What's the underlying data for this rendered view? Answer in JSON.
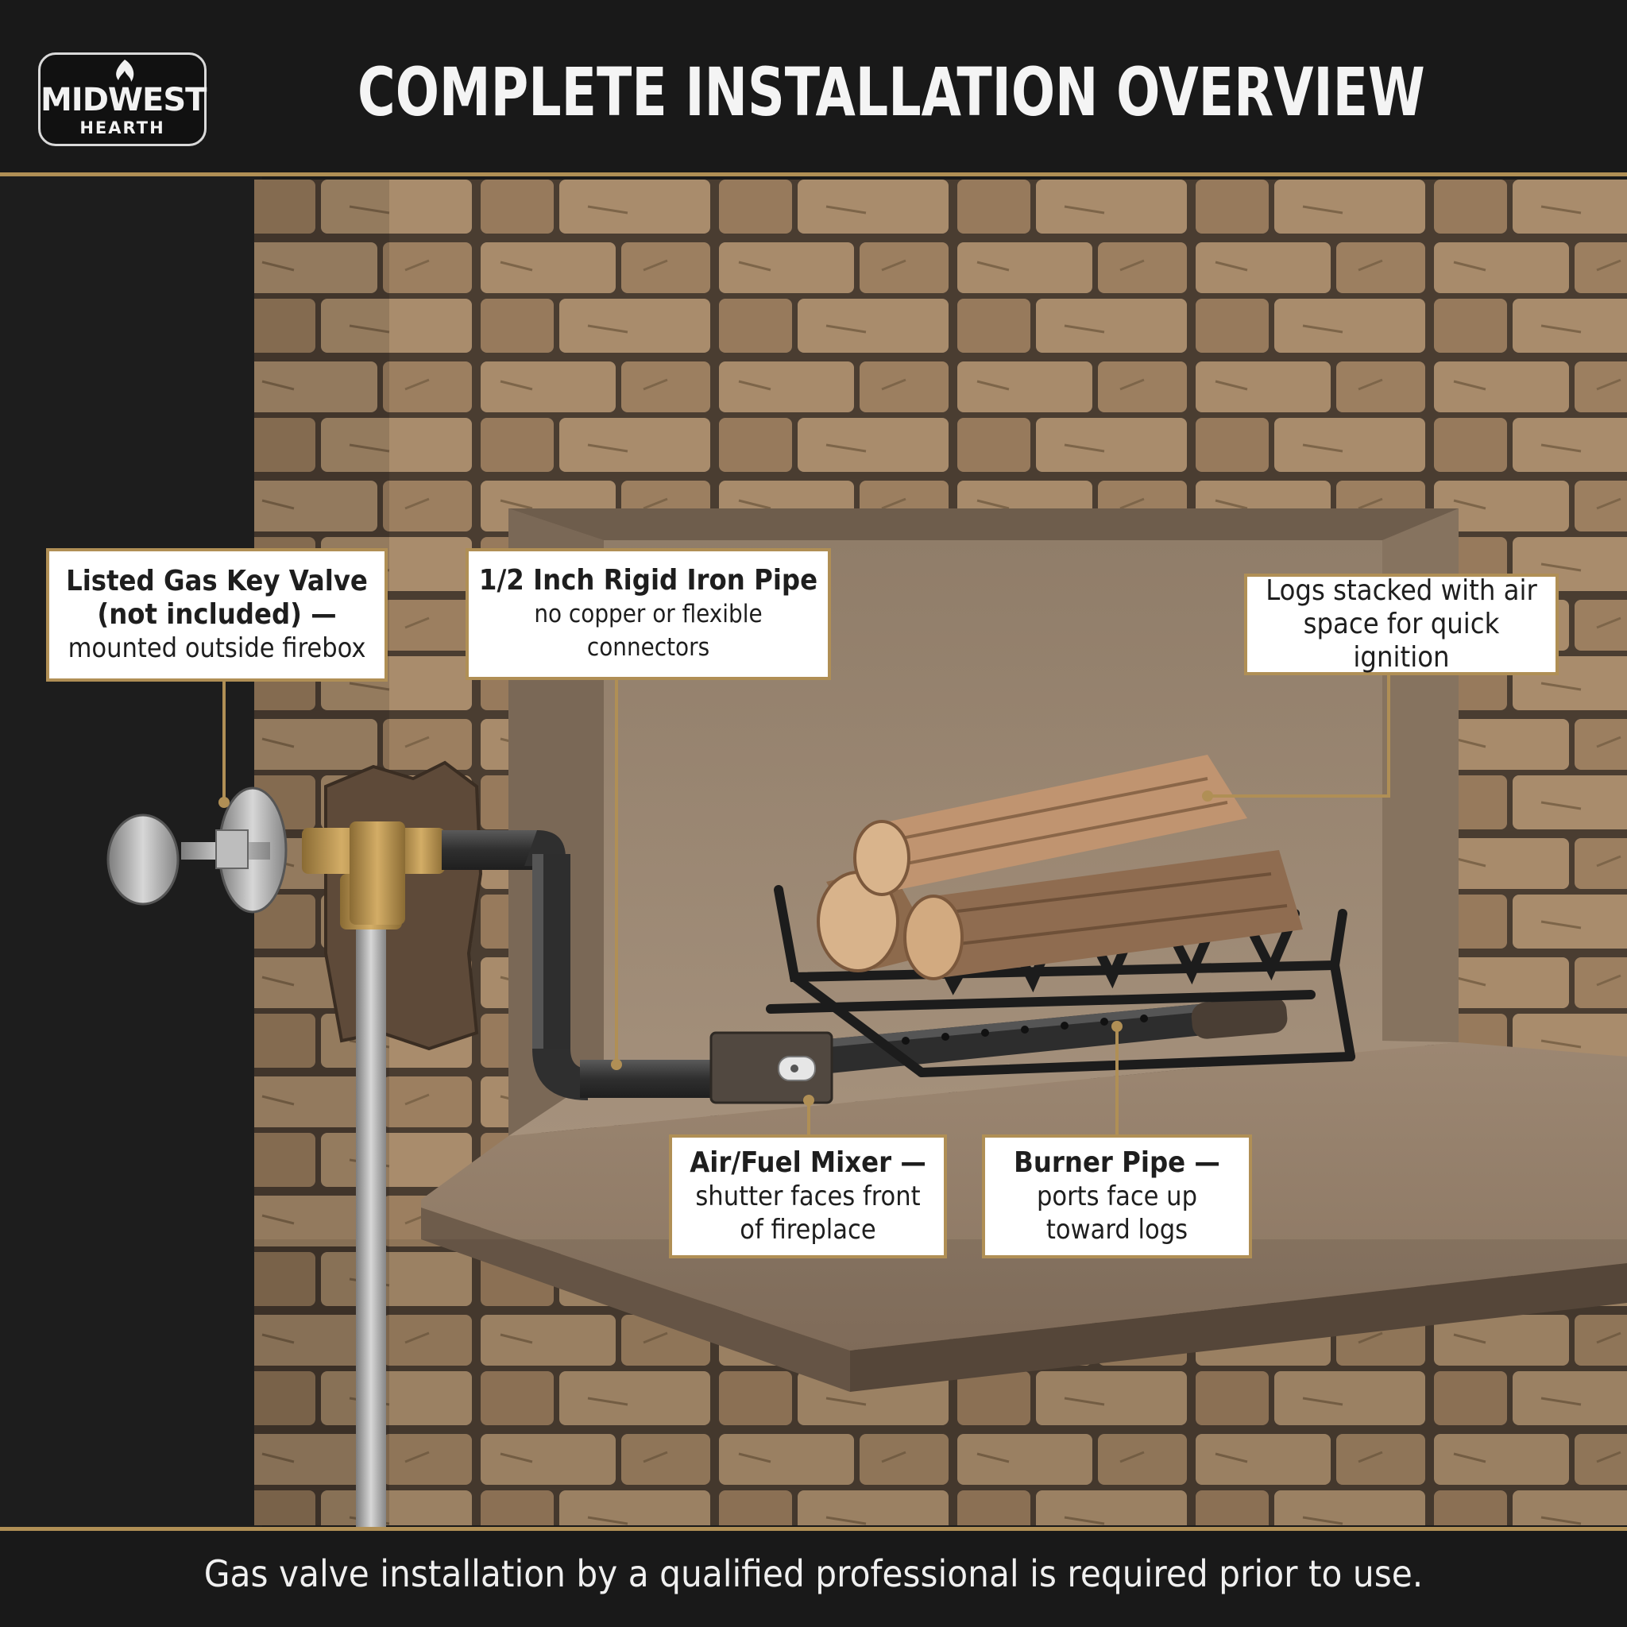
{
  "brand": {
    "name": "MIDWEST",
    "sub": "HEARTH"
  },
  "header": {
    "title": "COMPLETE INSTALLATION OVERVIEW"
  },
  "callouts": {
    "key_valve": {
      "title_line1": "Listed Gas Key Valve",
      "title_line2": "(not included) —",
      "body": "mounted outside firebox"
    },
    "iron_pipe": {
      "title": "1/2 Inch Rigid Iron Pipe",
      "body": "no copper or flexible connectors"
    },
    "logs": {
      "line1": "Logs stacked with air",
      "line2": "space for quick ignition"
    },
    "mixer": {
      "title": "Air/Fuel Mixer —",
      "line1": "shutter faces front",
      "line2": "of fireplace"
    },
    "burner": {
      "title": "Burner Pipe —",
      "line1": "ports face up",
      "line2": "toward logs"
    }
  },
  "footer": {
    "note": "Gas valve installation by a qualified professional is required prior to use."
  },
  "colors": {
    "background": "#1a1a1a",
    "accent_gold": "#b08f55",
    "stone": "#a08464",
    "firebox": "#9a8672",
    "hearth": "#8a7663",
    "iron_pipe": "#3b3b3b",
    "brass": "#b89150",
    "log_wood": "#c49a73"
  }
}
